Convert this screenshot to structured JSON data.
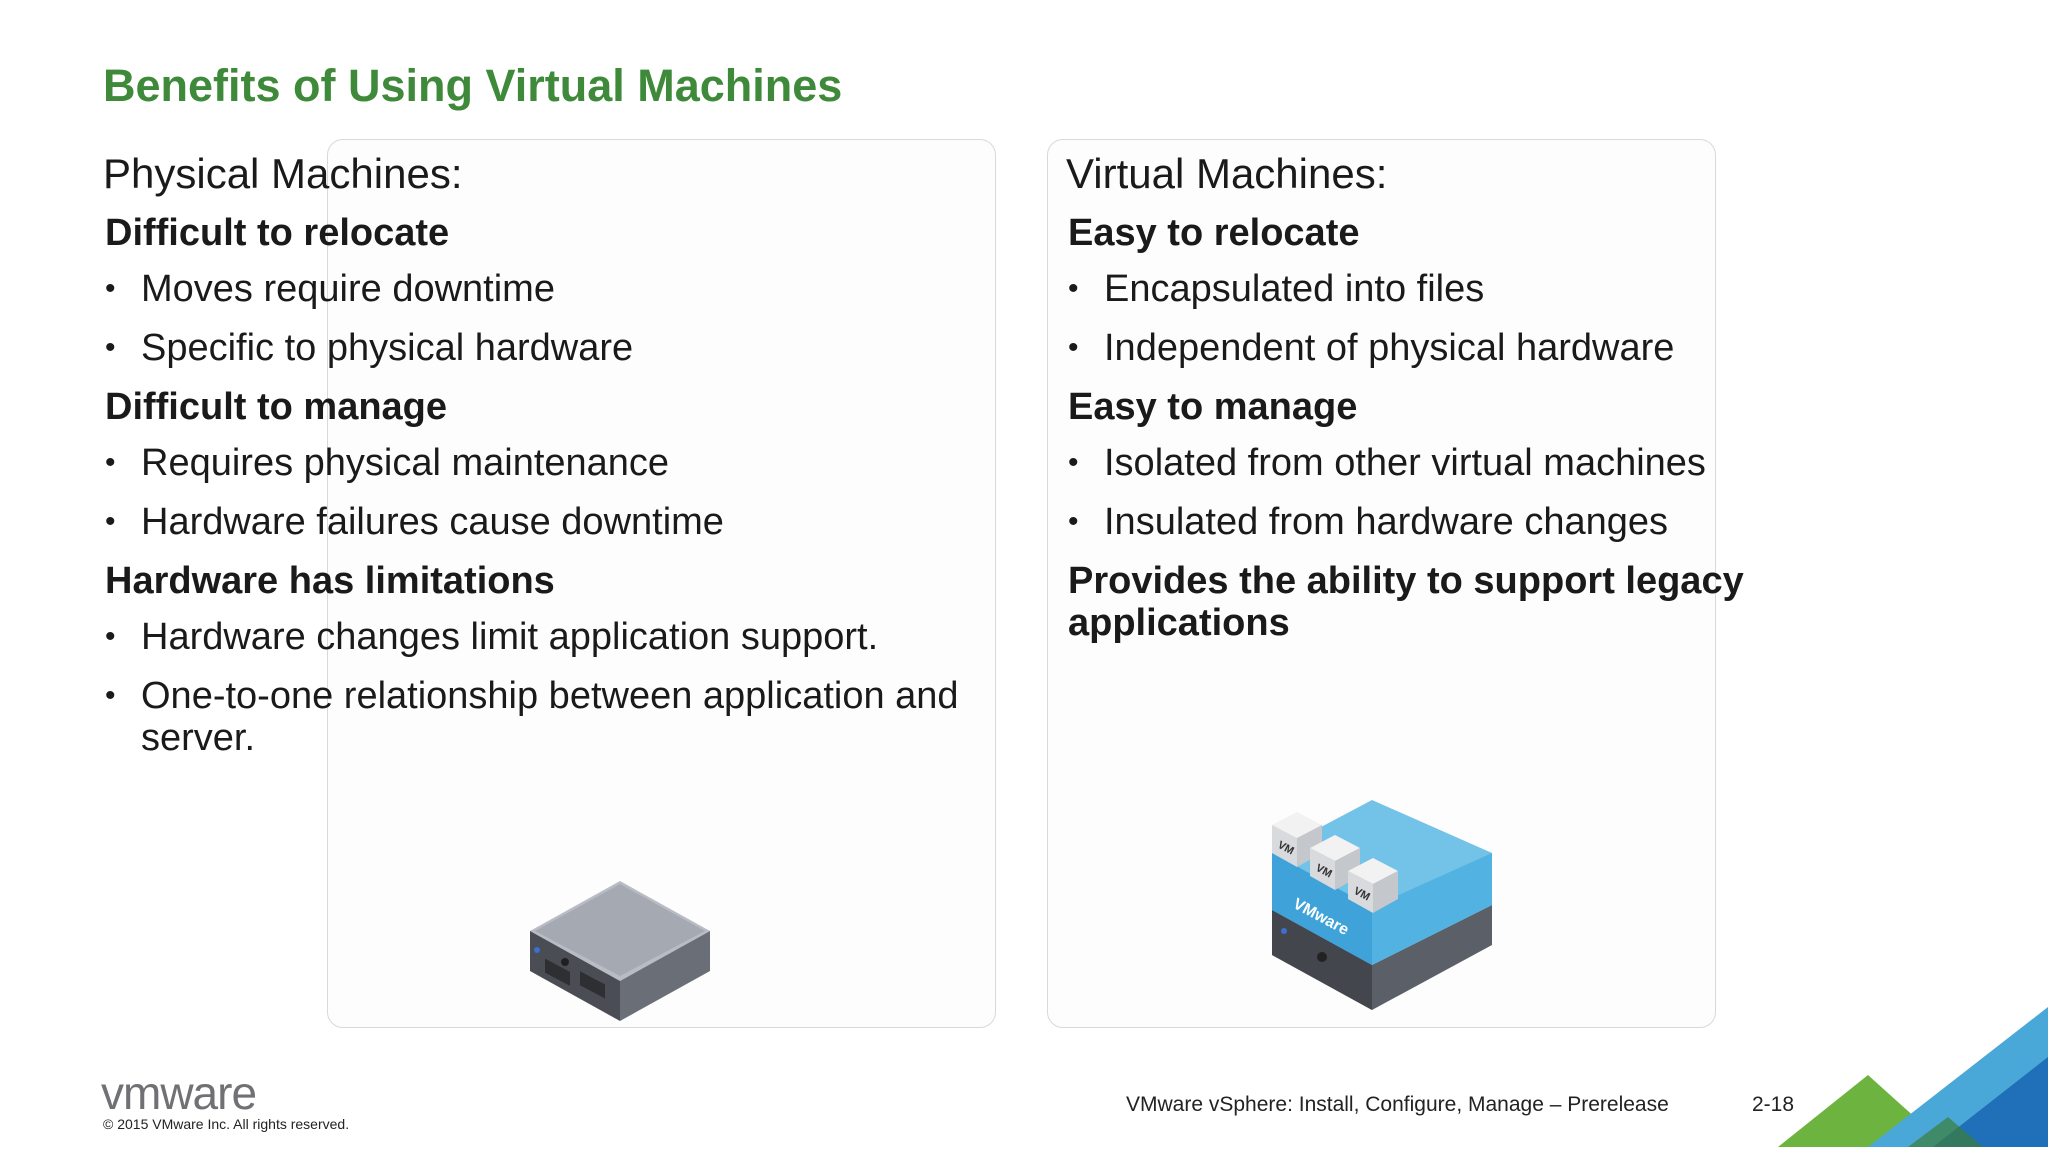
{
  "slide": {
    "title": "Benefits of Using Virtual Machines"
  },
  "physical": {
    "heading": "Physical Machines:",
    "sections": [
      {
        "title": "Difficult to relocate",
        "bullets": [
          "Moves require downtime",
          "Specific to physical hardware"
        ]
      },
      {
        "title": "Difficult to manage",
        "bullets": [
          "Requires physical maintenance",
          "Hardware failures cause downtime"
        ]
      },
      {
        "title": "Hardware has limitations",
        "bullets": [
          "Hardware changes limit application support.",
          "One-to-one relationship between application and server."
        ]
      }
    ]
  },
  "virtual": {
    "heading": "Virtual Machines:",
    "sections": [
      {
        "title": "Easy to relocate",
        "bullets": [
          "Encapsulated into files",
          "Independent of physical hardware"
        ]
      },
      {
        "title": "Easy to manage",
        "bullets": [
          "Isolated from other virtual machines",
          "Insulated from hardware changes"
        ]
      },
      {
        "title": "Provides the ability to support legacy applications",
        "bullets": []
      }
    ],
    "illustration": {
      "vm_labels": [
        "VM",
        "VM",
        "VM"
      ],
      "layer_label": "VMware"
    }
  },
  "footer": {
    "logo_text": "vmware",
    "copyright": "© 2015 VMware Inc. All rights reserved.",
    "course": "VMware vSphere: Install, Configure, Manage – Prerelease",
    "page": "2-18"
  },
  "colors": {
    "title_green": "#3f8a3a",
    "accent_blue": "#4aa8d8",
    "accent_green": "#6db33f"
  }
}
